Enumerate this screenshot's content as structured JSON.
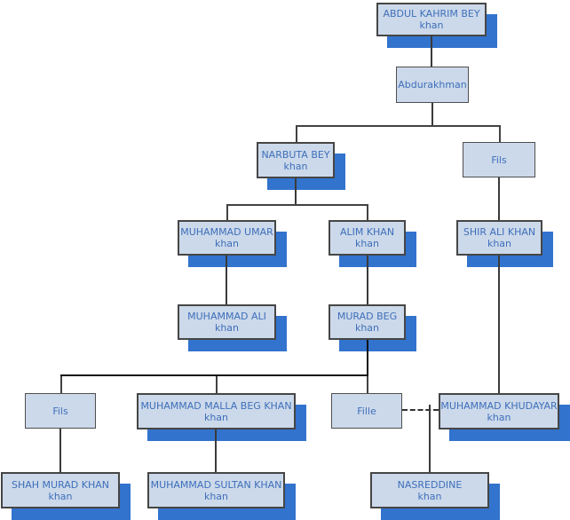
{
  "diagram": {
    "type": "family-tree",
    "background": "#ffffff",
    "colors": {
      "node_fill": "#ccd9ea",
      "node_border": "#464646",
      "node_text": "#3e6fba",
      "node_shadow": "#3273cd",
      "connector": "#3a3a3a",
      "connector_emphasis": "#111111"
    },
    "nodes": {
      "abdul_kahrim": {
        "title": "ABDUL KAHRIM BEY",
        "subtitle": "khan"
      },
      "abdurakhman": {
        "title": "Abdurakhman"
      },
      "narbuta": {
        "title": "NARBUTA BEY",
        "subtitle": "khan"
      },
      "fils_1": {
        "title": "Fils"
      },
      "muhammad_umar": {
        "title": "MUHAMMAD UMAR",
        "subtitle": "khan"
      },
      "alim": {
        "title": "ALIM KHAN",
        "subtitle": "khan"
      },
      "shir_ali": {
        "title": "SHIR ALI KHAN",
        "subtitle": "khan"
      },
      "muhammad_ali": {
        "title": "MUHAMMAD ALI",
        "subtitle": "khan"
      },
      "murad_beg": {
        "title": "MURAD BEG",
        "subtitle": "khan"
      },
      "fils_2": {
        "title": "Fils"
      },
      "malla_beg": {
        "title": "MUHAMMAD MALLA BEG KHAN",
        "subtitle": "khan"
      },
      "fille": {
        "title": "Fille"
      },
      "khudayar": {
        "title": "MUHAMMAD KHUDAYAR",
        "subtitle": "khan"
      },
      "shah_murad": {
        "title": "SHAH MURAD KHAN",
        "subtitle": "khan"
      },
      "muhammad_sultan": {
        "title": "MUHAMMAD SULTAN KHAN",
        "subtitle": "khan"
      },
      "nasreddine": {
        "title": "NASREDDINE",
        "subtitle": "khan"
      }
    },
    "relations": [
      {
        "from": "abdul_kahrim",
        "to": "abdurakhman",
        "style": "solid"
      },
      {
        "from": "abdurakhman",
        "to": "narbuta",
        "style": "solid"
      },
      {
        "from": "abdurakhman",
        "to": "fils_1",
        "style": "solid"
      },
      {
        "from": "narbuta",
        "to": "muhammad_umar",
        "style": "solid"
      },
      {
        "from": "narbuta",
        "to": "alim",
        "style": "solid"
      },
      {
        "from": "fils_1",
        "to": "shir_ali",
        "style": "solid"
      },
      {
        "from": "muhammad_umar",
        "to": "muhammad_ali",
        "style": "solid"
      },
      {
        "from": "alim",
        "to": "murad_beg",
        "style": "solid"
      },
      {
        "from": "shir_ali",
        "to": "khudayar",
        "style": "solid"
      },
      {
        "from": "murad_beg",
        "to": "fils_2",
        "style": "solid"
      },
      {
        "from": "murad_beg",
        "to": "malla_beg",
        "style": "solid"
      },
      {
        "from": "murad_beg",
        "to": "fille",
        "style": "solid"
      },
      {
        "from": "fille",
        "to": "khudayar",
        "style": "dashed-union"
      },
      {
        "from": "fille+khudayar",
        "to": "nasreddine",
        "style": "solid"
      },
      {
        "from": "fils_2",
        "to": "shah_murad",
        "style": "solid"
      },
      {
        "from": "malla_beg",
        "to": "muhammad_sultan",
        "style": "solid"
      }
    ]
  }
}
